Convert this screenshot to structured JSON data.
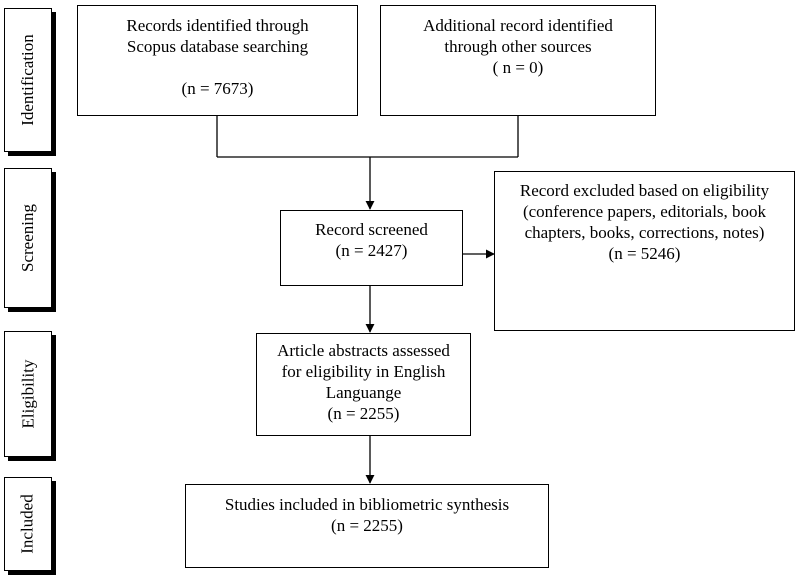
{
  "stages": {
    "identification": "Identification",
    "screening": "Screening",
    "eligibility": "Eligibility",
    "included": "Included"
  },
  "boxes": {
    "scopus": {
      "line1": "Records identified through",
      "line2": "Scopus database searching",
      "count": "(n = 7673)"
    },
    "other_sources": {
      "line1": "Additional record identified",
      "line2": "through other sources",
      "count": "( n = 0)"
    },
    "screened": {
      "line1": "Record screened",
      "count": "(n = 2427)"
    },
    "excluded": {
      "line1": "Record excluded based on eligibility",
      "line2": "(conference papers, editorials, book",
      "line3": "chapters, books, corrections, notes)",
      "count": "(n = 5246)"
    },
    "abstracts": {
      "line1": "Article abstracts assessed",
      "line2": "for eligibility in English",
      "line3": "Languange",
      "count": "(n = 2255)"
    },
    "included": {
      "line1": "Studies included in bibliometric synthesis",
      "count": "(n = 2255)"
    }
  }
}
